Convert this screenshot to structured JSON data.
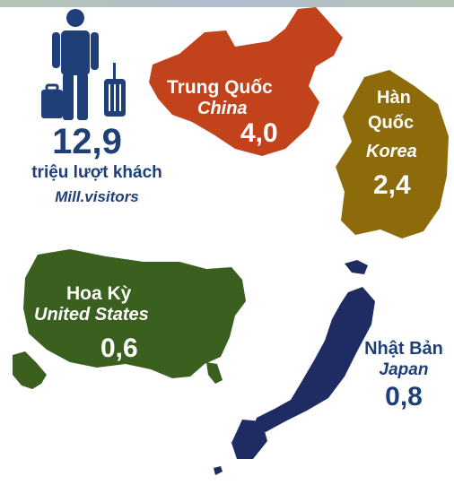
{
  "summary": {
    "total_value": "12,9",
    "label_vi": "triệu lượt khách",
    "label_en": "Mill.visitors"
  },
  "countries": {
    "china": {
      "name_vi": "Trung Quốc",
      "name_en": "China",
      "value": "4,0",
      "color": "#c2421b"
    },
    "korea": {
      "name_vi_1": "Hàn",
      "name_vi_2": "Quốc",
      "name_en": "Korea",
      "value": "2,4",
      "color": "#8e6b0a"
    },
    "usa": {
      "name_vi": "Hoa Kỳ",
      "name_en": "United States",
      "value": "0,6",
      "color": "#3a5f1f"
    },
    "japan": {
      "name_vi": "Nhật Bản",
      "name_en": "Japan",
      "value": "0,8",
      "color": "#1f2c63"
    }
  },
  "icons": {
    "traveler": "traveler-with-luggage-icon",
    "briefcase": "briefcase-icon",
    "suitcase": "rolling-suitcase-icon"
  },
  "text_color": "#1f3f78"
}
